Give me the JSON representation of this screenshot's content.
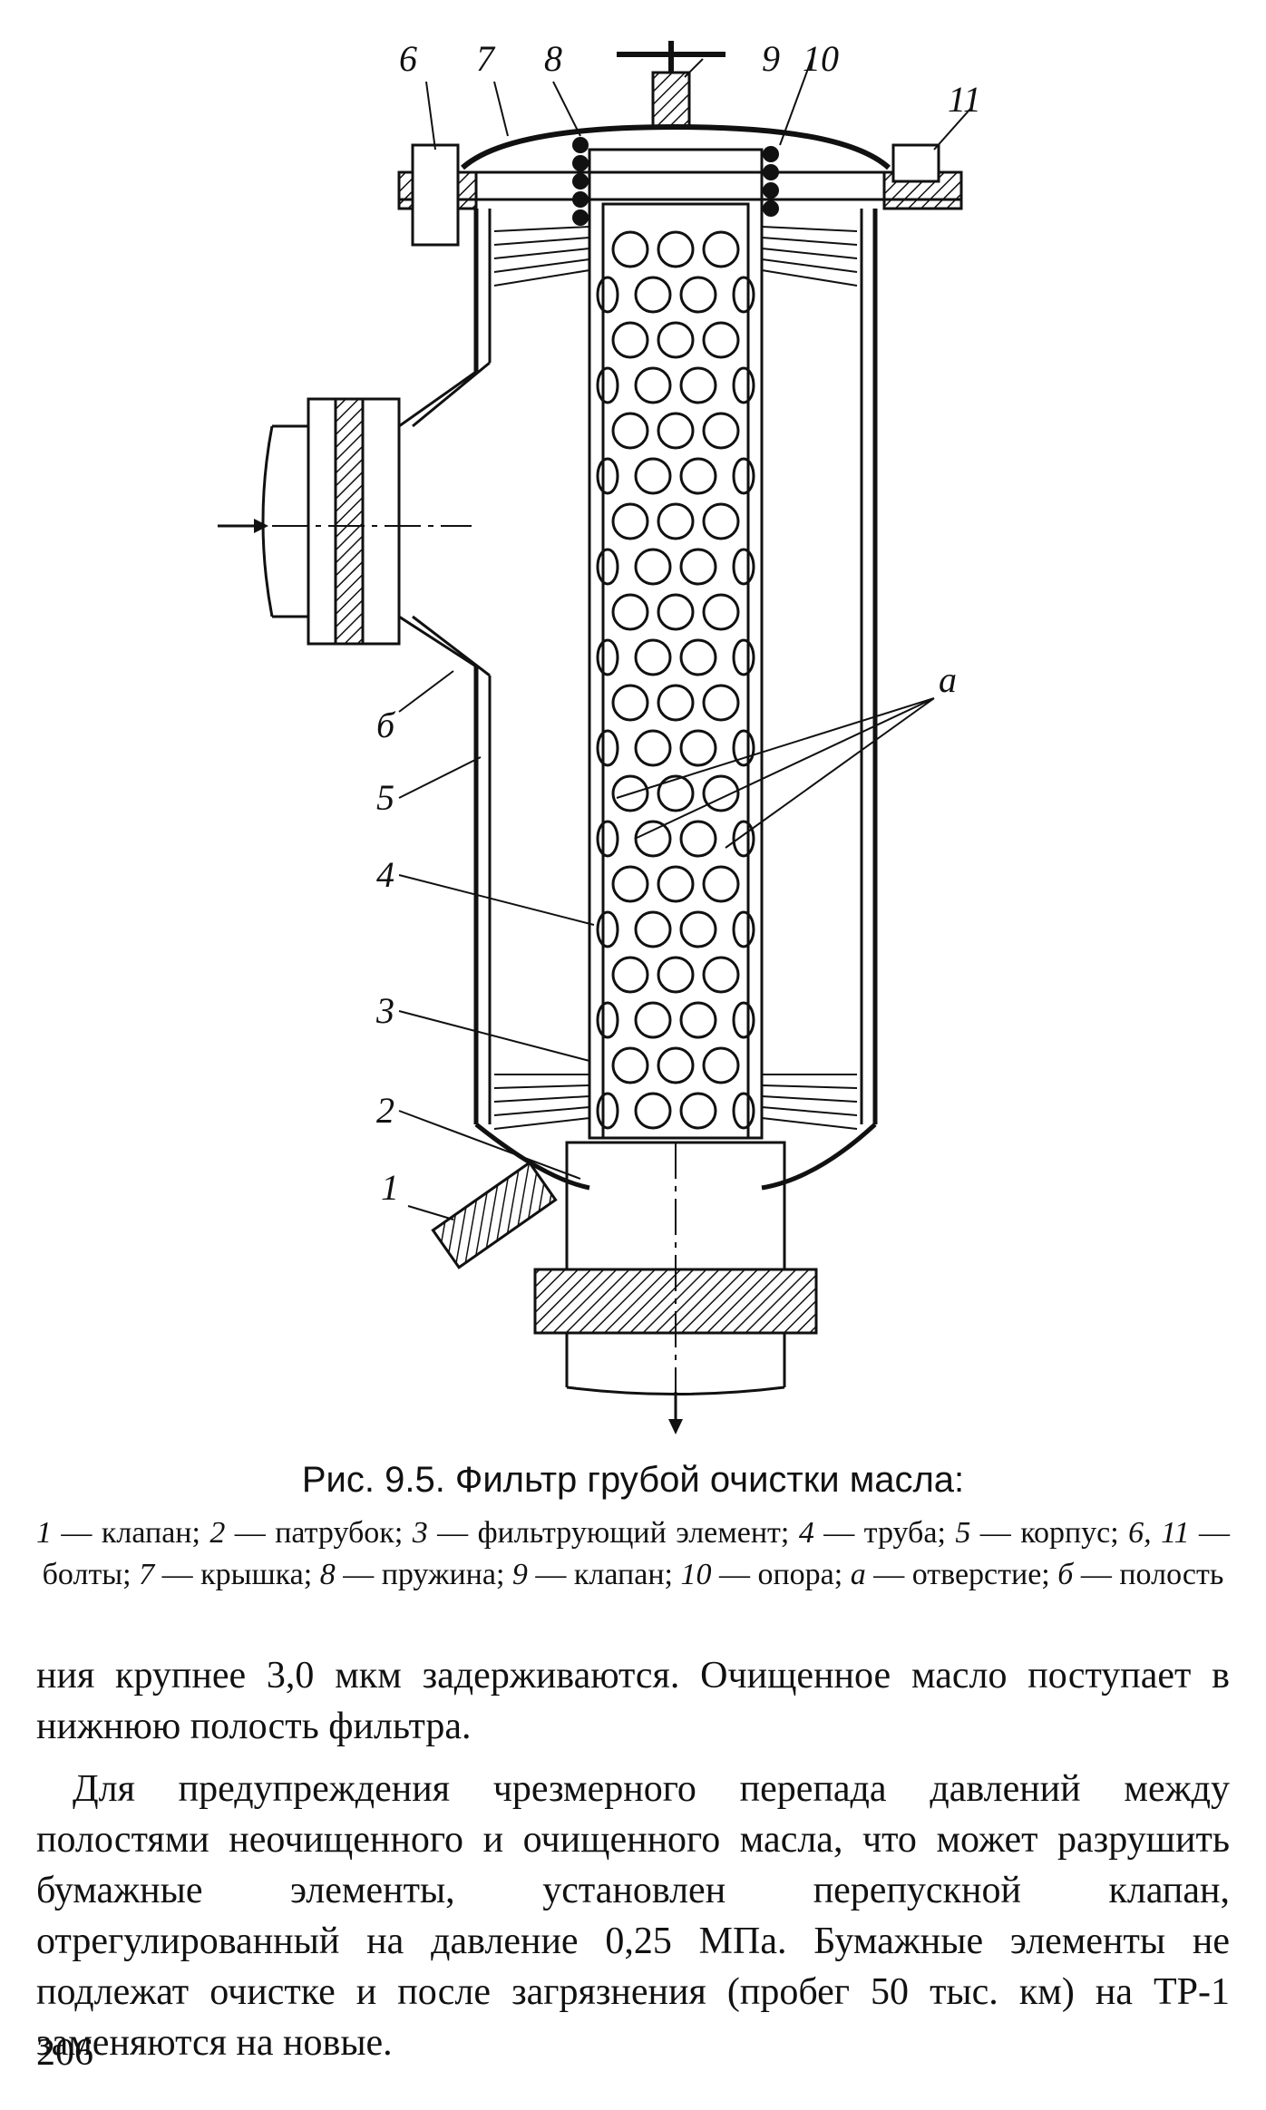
{
  "figure": {
    "callouts": {
      "c6_top": "6",
      "c7": "7",
      "c8": "8",
      "c9": "9",
      "c10": "10",
      "c11": "11",
      "cb_cavity": "б",
      "c5": "5",
      "c4": "4",
      "c3": "3",
      "c2": "2",
      "c1": "1",
      "ca": "а"
    },
    "caption_title": "Рис. 9.5. Фильтр грубой очистки масла:",
    "legend": [
      {
        "num": "1",
        "text": " — клапан; "
      },
      {
        "num": "2",
        "text": " — патрубок; "
      },
      {
        "num": "3",
        "text": " — фильтрующий элемент; "
      },
      {
        "num": "4",
        "text": " — труба; "
      },
      {
        "num": "5",
        "text": " — корпус; "
      },
      {
        "num": "6, 11",
        "text": " — болты; "
      },
      {
        "num": "7",
        "text": " — крышка; "
      },
      {
        "num": "8",
        "text": " — пружина; "
      },
      {
        "num": "9",
        "text": " — клапан; "
      },
      {
        "num": "10",
        "text": " — опора; "
      },
      {
        "num": "а",
        "text": " — отверстие; "
      },
      {
        "num": "б",
        "text": " — полость"
      }
    ]
  },
  "text": {
    "para1": "ния крупнее 3,0 мкм задерживаются. Очищенное масло поступает в нижнюю полость фильтра.",
    "para2": "Для предупреждения чрезмерного перепада давлений между полостями неочищенного и очищенного масла, что может разрушить бумажные элементы, установлен перепускной клапан, отрегулированный на давление 0,25 МПа. Бумажные элементы не подлежат очистке и после загрязнения (пробег 50 тыс. км) на ТР-1 заменяются на новые.",
    "page_number": "206"
  }
}
